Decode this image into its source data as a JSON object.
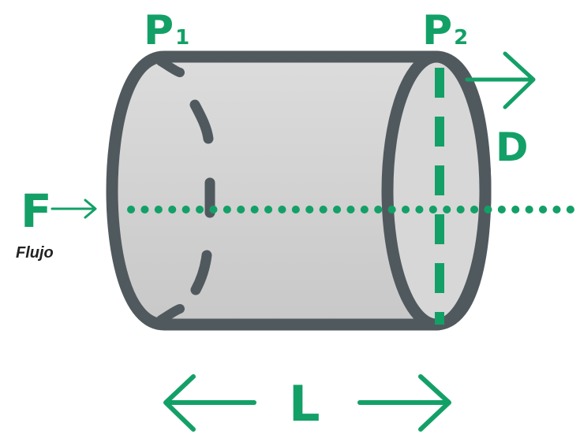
{
  "labels": {
    "p1_main": "P",
    "p1_sub": "1",
    "p2_main": "P",
    "p2_sub": "2",
    "diameter": "D",
    "force": "F",
    "flow": "Flujo",
    "length": "L"
  },
  "colors": {
    "accent": "#13a067",
    "cylinder_body": "#d3d3d3",
    "cylinder_outline": "#505a5e",
    "flow_text": "#222222",
    "background": "#ffffff"
  }
}
